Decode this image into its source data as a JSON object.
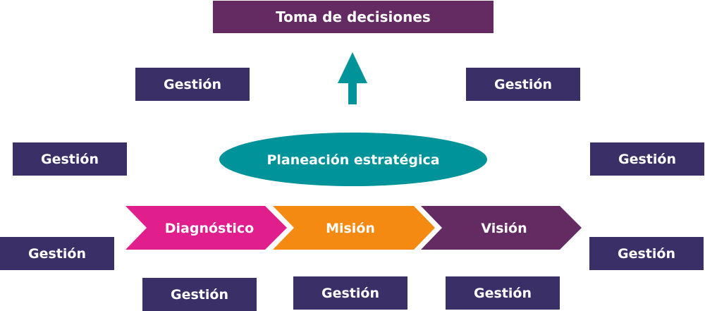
{
  "top_box": {
    "label": "Toma de decisiones"
  },
  "center": {
    "label": "Planeación estratégica"
  },
  "chevrons": [
    {
      "label": "Diagnóstico",
      "color": "#e01f8c"
    },
    {
      "label": "Misión",
      "color": "#f58a12"
    },
    {
      "label": "Visión",
      "color": "#632b62"
    }
  ],
  "gestion_boxes": [
    {
      "label": "Gestión"
    },
    {
      "label": "Gestión"
    },
    {
      "label": "Gestión"
    },
    {
      "label": "Gestión"
    },
    {
      "label": "Gestión"
    },
    {
      "label": "Gestión"
    },
    {
      "label": "Gestión"
    },
    {
      "label": "Gestión"
    },
    {
      "label": "Gestión"
    }
  ],
  "colors": {
    "gestion": "#3a2f66",
    "top_box": "#632b62",
    "ellipse": "#00939a",
    "arrow": "#00939a"
  }
}
